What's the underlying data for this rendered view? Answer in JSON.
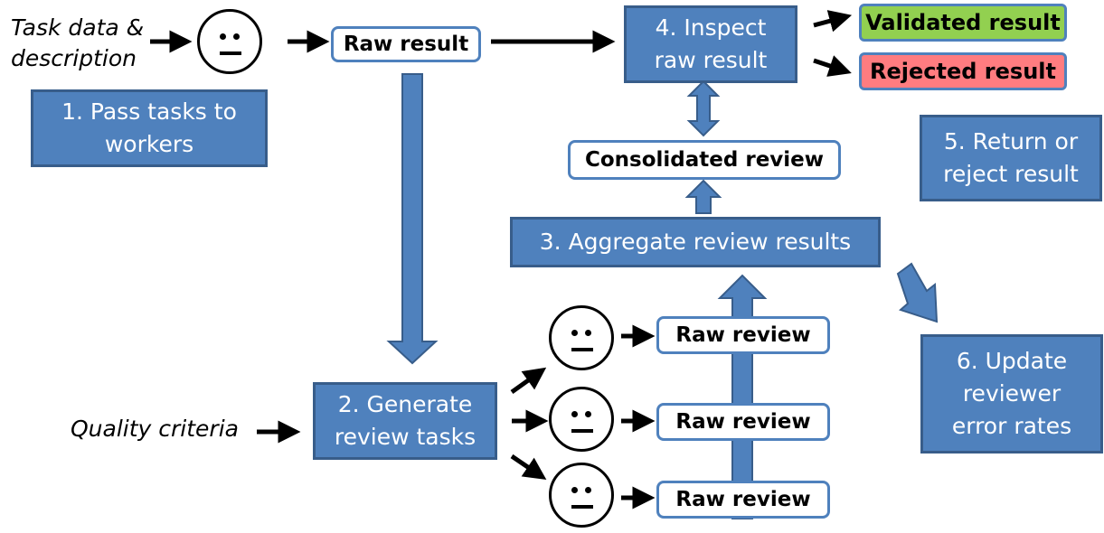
{
  "inputs": {
    "task": "Task data &\ndescription",
    "quality": "Quality criteria"
  },
  "steps": {
    "s1": "1. Pass tasks to\nworkers",
    "s2": "2. Generate\nreview tasks",
    "s3": "3. Aggregate review results",
    "s4": "4. Inspect\nraw result",
    "s5": "5. Return or\nreject result",
    "s6": "6. Update\nreviewer\nerror rates"
  },
  "boxes": {
    "raw_result": "Raw result",
    "consolidated": "Consolidated review",
    "raw_review_1": "Raw review",
    "raw_review_2": "Raw review",
    "raw_review_3": "Raw review"
  },
  "results": {
    "validated": "Validated result",
    "rejected": "Rejected result"
  },
  "colors": {
    "step_fill": "#4f81bd",
    "step_border": "#385d8a",
    "validated_fill": "#92d050",
    "rejected_fill": "#ff7c80"
  }
}
